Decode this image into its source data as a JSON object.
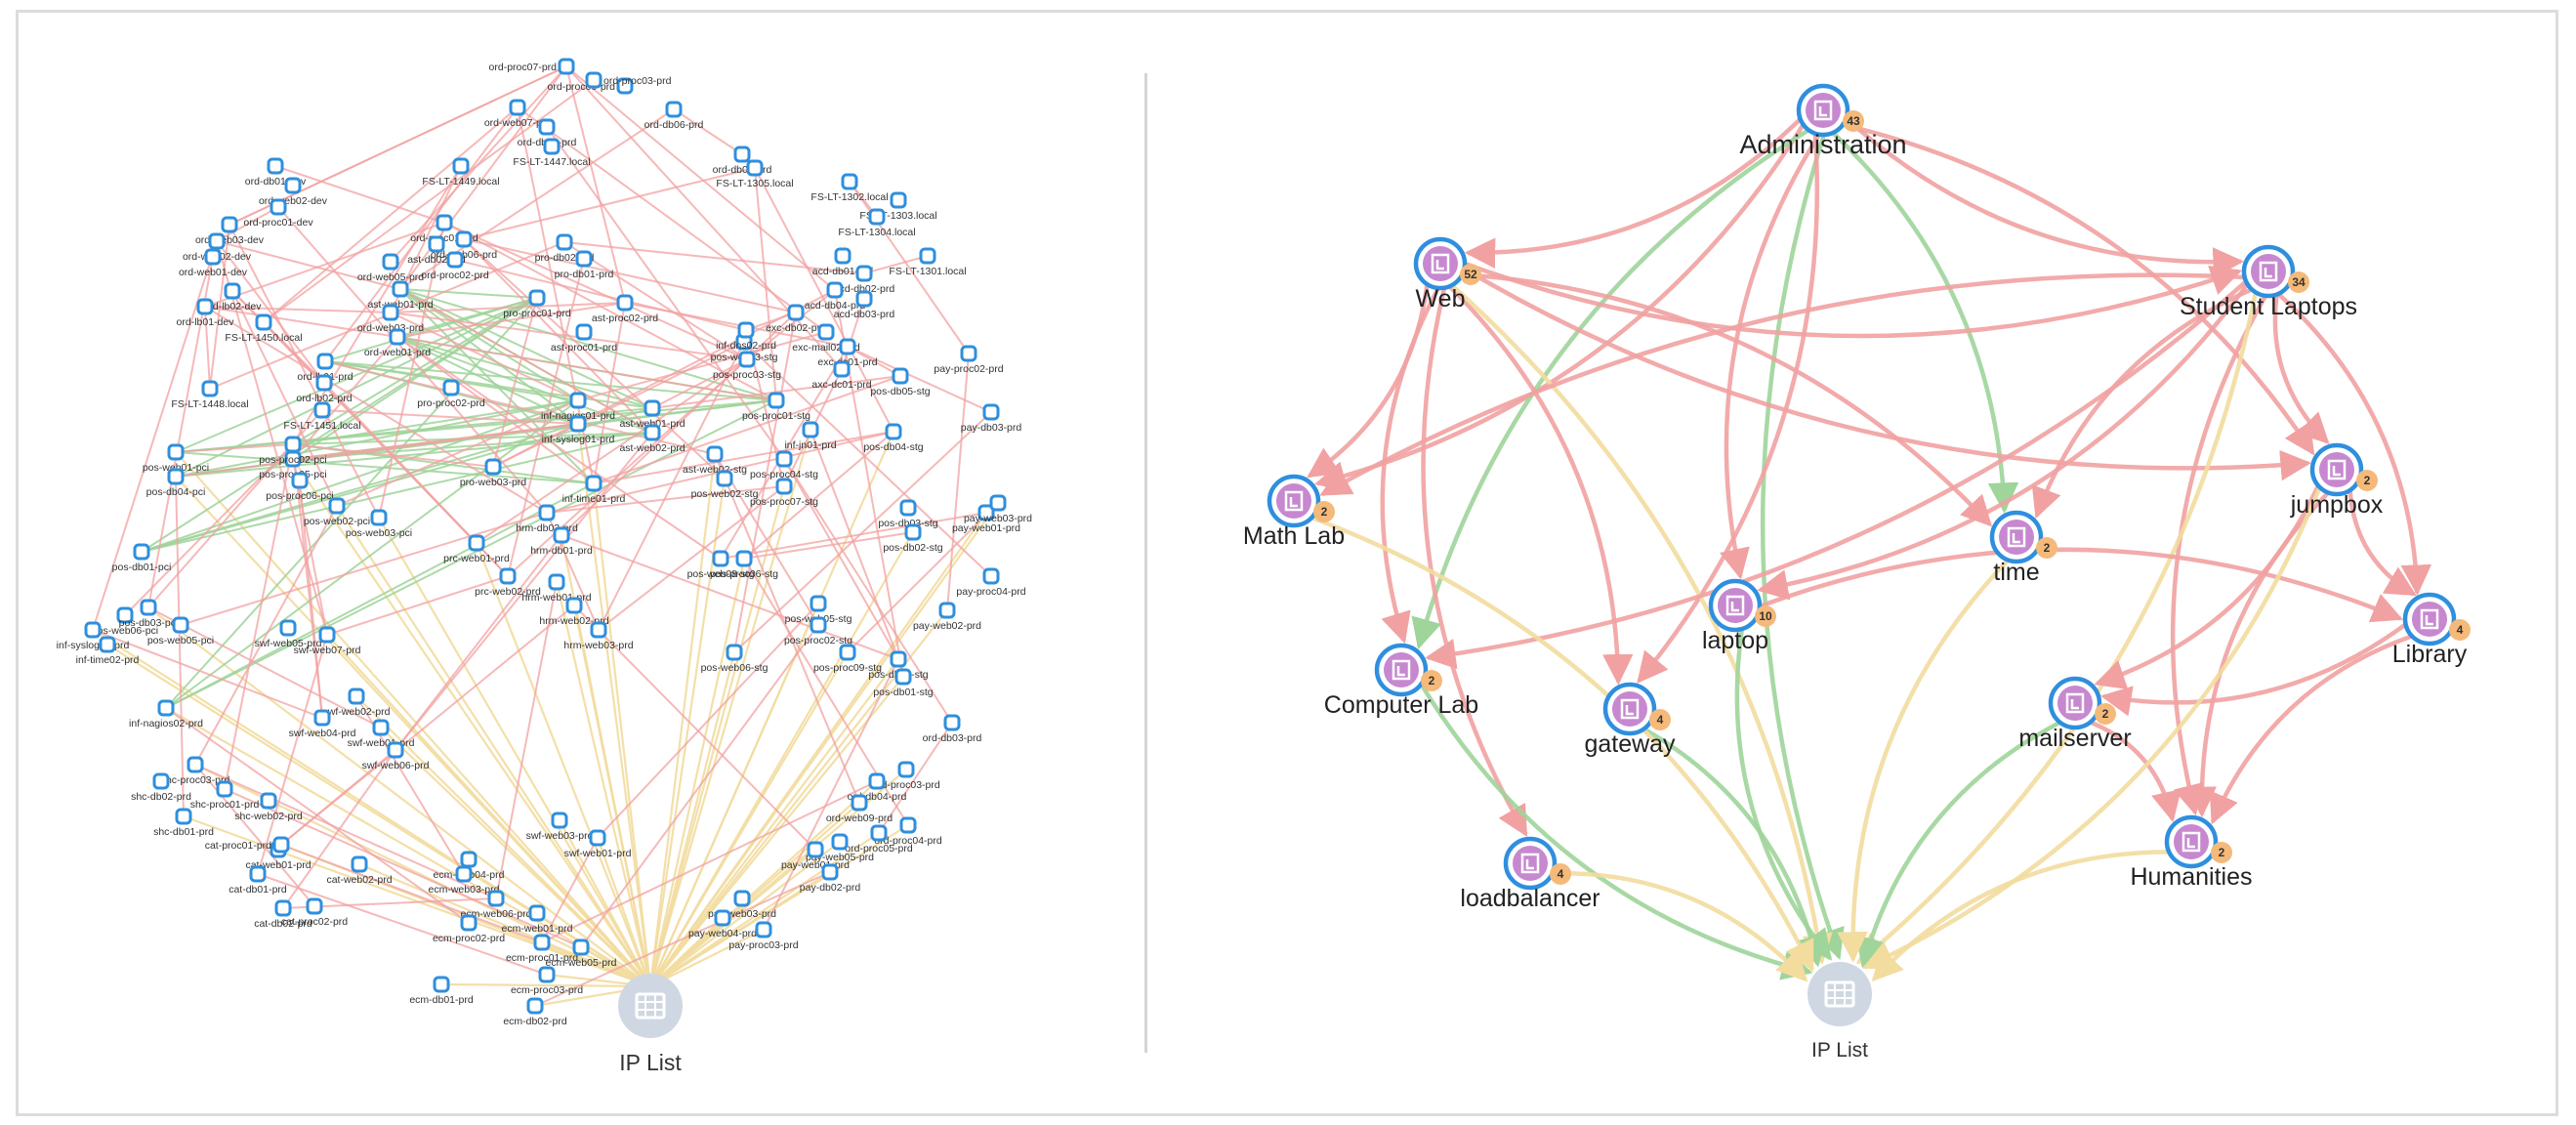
{
  "colors": {
    "edge_red": "#f1a1a1",
    "edge_green": "#9fd49a",
    "edge_yellow": "#f2dc9e",
    "node_blue": "#2f8fde",
    "node_purple": "#c688cf",
    "badge_orange": "#f5b97a",
    "ip_fill": "#cfd8e2"
  },
  "left_graph": {
    "hub_label": "IP List",
    "hub_icon": "table-grid-icon",
    "host_icon": "host-square-icon",
    "nodes": [
      {
        "id": "ord-proc07-prd",
        "label": "ord-proc07-prd"
      },
      {
        "id": "ord-proc09-prd",
        "label": "ord-proc09-prd"
      },
      {
        "id": "ord-proc03-prd",
        "label": "ord-proc03-prd"
      },
      {
        "id": "ord-db06-prd",
        "label": "ord-db06-prd"
      },
      {
        "id": "ord-web07-prd",
        "label": "ord-web07-prd"
      },
      {
        "id": "ord-db04-prd",
        "label": "ord-db04-prd"
      },
      {
        "id": "fs-lt-1447",
        "label": "FS-LT-1447.local"
      },
      {
        "id": "fs-lt-1449",
        "label": "FS-LT-1449.local"
      },
      {
        "id": "ord-db05-prd",
        "label": "ord-db05-prd"
      },
      {
        "id": "fs-lt-1305",
        "label": "FS-LT-1305.local"
      },
      {
        "id": "ord-db01-dev",
        "label": "ord-db01-dev"
      },
      {
        "id": "ord-web02-dev",
        "label": "ord-web02-dev"
      },
      {
        "id": "ord-proc01-dev",
        "label": "ord-proc01-dev"
      },
      {
        "id": "ord-web03-dev",
        "label": "ord-web03-dev"
      },
      {
        "id": "ord-web02-dev2",
        "label": "ord-web02-dev"
      },
      {
        "id": "ord-web01-dev",
        "label": "ord-web01-dev"
      },
      {
        "id": "ord-lb02-dev",
        "label": "ord-lb02-dev"
      },
      {
        "id": "ord-lb01-dev",
        "label": "ord-lb01-dev"
      },
      {
        "id": "fs-lt-1450",
        "label": "FS-LT-1450.local"
      },
      {
        "id": "fs-lt-1448",
        "label": "FS-LT-1448.local"
      },
      {
        "id": "fs-lt-1451",
        "label": "FS-LT-1451.local"
      },
      {
        "id": "fs-lt-1302",
        "label": "FS-LT-1302.local"
      },
      {
        "id": "fs-lt-1303",
        "label": "FS-LT-1303.local"
      },
      {
        "id": "fs-lt-1304",
        "label": "FS-LT-1304.local"
      },
      {
        "id": "fs-lt-1301",
        "label": "FS-LT-1301.local"
      },
      {
        "id": "ord-proc01-prd",
        "label": "ord-proc01-prd"
      },
      {
        "id": "ord-web06-prd",
        "label": "ord-web06-prd"
      },
      {
        "id": "ast-db02-prd",
        "label": "ast-db02-prd"
      },
      {
        "id": "ord-proc02-prd",
        "label": "ord-proc02-prd"
      },
      {
        "id": "ord-web05-prd",
        "label": "ord-web05-prd"
      },
      {
        "id": "pro-db02-prd",
        "label": "pro-db02-prd"
      },
      {
        "id": "pro-db01-prd",
        "label": "pro-db01-prd"
      },
      {
        "id": "ast-web01-prd",
        "label": "ast-web01-prd"
      },
      {
        "id": "pro-proc01-prd",
        "label": "pro-proc01-prd"
      },
      {
        "id": "ast-proc02-prd",
        "label": "ast-proc02-prd"
      },
      {
        "id": "ord-web03-prd",
        "label": "ord-web03-prd"
      },
      {
        "id": "ord-web01-prd",
        "label": "ord-web01-prd"
      },
      {
        "id": "ast-proc01-prd",
        "label": "ast-proc01-prd"
      },
      {
        "id": "acd-db01-prd",
        "label": "acd-db01-prd"
      },
      {
        "id": "acd-db02-prd",
        "label": "acd-db02-prd"
      },
      {
        "id": "acd-db04-prd",
        "label": "acd-db04-prd"
      },
      {
        "id": "acd-db03-prd",
        "label": "acd-db03-prd"
      },
      {
        "id": "exc-db02-prd",
        "label": "exc-db02-prd"
      },
      {
        "id": "exc-mail02-prd",
        "label": "exc-mail02-prd"
      },
      {
        "id": "exc-dc01-prd",
        "label": "exc-dc01-prd"
      },
      {
        "id": "axc-dc01-prd",
        "label": "axc-dc01-prd"
      },
      {
        "id": "ord-lb01-prd",
        "label": "ord-lb01-prd"
      },
      {
        "id": "ord-lb02-prd",
        "label": "ord-lb02-prd"
      },
      {
        "id": "pos-web03-stg",
        "label": "pos-web03-stg"
      },
      {
        "id": "pos-proc03-stg",
        "label": "pos-proc03-stg"
      },
      {
        "id": "inf-dns02-prd",
        "label": "inf-dns02-prd"
      },
      {
        "id": "pay-proc02-prd",
        "label": "pay-proc02-prd"
      },
      {
        "id": "pro-proc02-prd",
        "label": "pro-proc02-prd"
      },
      {
        "id": "inf-nagios01-prd",
        "label": "inf-nagios01-prd"
      },
      {
        "id": "inf-syslog01-prd",
        "label": "inf-syslog01-prd"
      },
      {
        "id": "ast-web01-prd2",
        "label": "ast-web01-prd"
      },
      {
        "id": "ast-web02-prd",
        "label": "ast-web02-prd"
      },
      {
        "id": "pos-proc01-stg",
        "label": "pos-proc01-stg"
      },
      {
        "id": "inf-jn01-prd",
        "label": "inf-jn01-prd"
      },
      {
        "id": "pos-db05-stg",
        "label": "pos-db05-stg"
      },
      {
        "id": "pos-db04-stg",
        "label": "pos-db04-stg"
      },
      {
        "id": "pay-db03-prd",
        "label": "pay-db03-prd"
      },
      {
        "id": "pos-web01-pci",
        "label": "pos-web01-pci"
      },
      {
        "id": "pos-db04-pci",
        "label": "pos-db04-pci"
      },
      {
        "id": "pos-proc05-pci",
        "label": "pos-proc05-pci"
      },
      {
        "id": "pos-proc06-pci",
        "label": "pos-proc06-pci"
      },
      {
        "id": "pos-proc02-pci",
        "label": "pos-proc02-pci"
      },
      {
        "id": "pos-web02-pci",
        "label": "pos-web02-pci"
      },
      {
        "id": "pos-web03-pci",
        "label": "pos-web03-pci"
      },
      {
        "id": "pos-db01-pci",
        "label": "pos-db01-pci"
      },
      {
        "id": "pro-web03-prd",
        "label": "pro-web03-prd"
      },
      {
        "id": "inf-time01-prd",
        "label": "inf-time01-prd"
      },
      {
        "id": "ast-web02-stg",
        "label": "ast-web02-stg"
      },
      {
        "id": "pos-web02-stg",
        "label": "pos-web02-stg"
      },
      {
        "id": "pos-proc04-stg",
        "label": "pos-proc04-stg"
      },
      {
        "id": "pos-proc07-stg",
        "label": "pos-proc07-stg"
      },
      {
        "id": "pos-db03-stg",
        "label": "pos-db03-stg"
      },
      {
        "id": "pay-web01-prd",
        "label": "pay-web01-prd"
      },
      {
        "id": "pos-db02-stg",
        "label": "pos-db02-stg"
      },
      {
        "id": "pay-web03-prd",
        "label": "pay-web03-prd"
      },
      {
        "id": "pay-proc04-prd",
        "label": "pay-proc04-prd"
      },
      {
        "id": "hrm-db02-prd",
        "label": "hrm-db02-prd"
      },
      {
        "id": "hrm-db01-prd",
        "label": "hrm-db01-prd"
      },
      {
        "id": "prc-web01-prd",
        "label": "prc-web01-prd"
      },
      {
        "id": "prc-web02-prd",
        "label": "prc-web02-prd"
      },
      {
        "id": "hrm-web01-prd",
        "label": "hrm-web01-prd"
      },
      {
        "id": "hrm-web02-prd",
        "label": "hrm-web02-prd"
      },
      {
        "id": "hrm-web03-prd",
        "label": "hrm-web03-prd"
      },
      {
        "id": "pos-web08-stg",
        "label": "pos-web08-stg"
      },
      {
        "id": "pos-proc06-stg",
        "label": "pos-proc06-stg"
      },
      {
        "id": "pos-web05-stg",
        "label": "pos-web05-stg"
      },
      {
        "id": "pos-proc02-stg",
        "label": "pos-proc02-stg"
      },
      {
        "id": "pos-web06-stg",
        "label": "pos-web06-stg"
      },
      {
        "id": "pos-proc09-stg",
        "label": "pos-proc09-stg"
      },
      {
        "id": "pos-db08-stg",
        "label": "pos-db08-stg"
      },
      {
        "id": "pos-db01-stg",
        "label": "pos-db01-stg"
      },
      {
        "id": "pay-web02-prd",
        "label": "pay-web02-prd"
      },
      {
        "id": "pos-web06-pci",
        "label": "pos-web06-pci"
      },
      {
        "id": "pos-db03-pci",
        "label": "pos-db03-pci"
      },
      {
        "id": "inf-syslog02-prd",
        "label": "inf-syslog02-prd"
      },
      {
        "id": "inf-time02-prd",
        "label": "inf-time02-prd"
      },
      {
        "id": "pos-web05-pci",
        "label": "pos-web05-pci"
      },
      {
        "id": "inf-nagios02-prd",
        "label": "inf-nagios02-prd"
      },
      {
        "id": "swf-web05-prd",
        "label": "swf-web05-prd"
      },
      {
        "id": "swf-web07-prd",
        "label": "swf-web07-prd"
      },
      {
        "id": "swf-web02-prd",
        "label": "swf-web02-prd"
      },
      {
        "id": "swf-web04-prd",
        "label": "swf-web04-prd"
      },
      {
        "id": "swf-web01-prd",
        "label": "swf-web01-prd"
      },
      {
        "id": "swf-web06-prd",
        "label": "swf-web06-prd"
      },
      {
        "id": "ord-db03-prd",
        "label": "ord-db03-prd"
      },
      {
        "id": "ord-proc03-prd2",
        "label": "ord-proc03-prd"
      },
      {
        "id": "ord-db04-prd2",
        "label": "ord-db04-prd"
      },
      {
        "id": "ord-web09-prd",
        "label": "ord-web09-prd"
      },
      {
        "id": "ord-proc04-prd",
        "label": "ord-proc04-prd"
      },
      {
        "id": "ord-proc05-prd",
        "label": "ord-proc05-prd"
      },
      {
        "id": "shc-proc03-prd",
        "label": "shc-proc03-prd"
      },
      {
        "id": "shc-db02-prd",
        "label": "shc-db02-prd"
      },
      {
        "id": "shc-proc01-prd",
        "label": "shc-proc01-prd"
      },
      {
        "id": "shc-web02-prd",
        "label": "shc-web02-prd"
      },
      {
        "id": "shc-db01-prd",
        "label": "shc-db01-prd"
      },
      {
        "id": "pay-web05-prd",
        "label": "pay-web05-prd"
      },
      {
        "id": "pay-web01-prd2",
        "label": "pay-web01-prd"
      },
      {
        "id": "pay-db02-prd",
        "label": "pay-db02-prd"
      },
      {
        "id": "pay-web03-prd2",
        "label": "pay-web03-prd"
      },
      {
        "id": "pay-web04-prd",
        "label": "pay-web04-prd"
      },
      {
        "id": "pay-proc03-prd",
        "label": "pay-proc03-prd"
      },
      {
        "id": "swf-web03-prd",
        "label": "swf-web03-prd"
      },
      {
        "id": "swf-web01-prd2",
        "label": "swf-web01-prd"
      },
      {
        "id": "cat-web01-prd",
        "label": "cat-web01-prd"
      },
      {
        "id": "cat-web02-prd",
        "label": "cat-web02-prd"
      },
      {
        "id": "cat-proc01-prd",
        "label": "cat-proc01-prd"
      },
      {
        "id": "cat-db01-prd",
        "label": "cat-db01-prd"
      },
      {
        "id": "cat-db02-prd",
        "label": "cat-db02-prd"
      },
      {
        "id": "cat-proc02-prd",
        "label": "cat-proc02-prd"
      },
      {
        "id": "ecm-web04-prd",
        "label": "ecm-web04-prd"
      },
      {
        "id": "ecm-web03-prd",
        "label": "ecm-web03-prd"
      },
      {
        "id": "ecm-web06-prd",
        "label": "ecm-web06-prd"
      },
      {
        "id": "ecm-web01-prd",
        "label": "ecm-web01-prd"
      },
      {
        "id": "ecm-proc02-prd",
        "label": "ecm-proc02-prd"
      },
      {
        "id": "ecm-proc01-prd",
        "label": "ecm-proc01-prd"
      },
      {
        "id": "ecm-web05-prd",
        "label": "ecm-web05-prd"
      },
      {
        "id": "ecm-proc03-prd",
        "label": "ecm-proc03-prd"
      },
      {
        "id": "ecm-db01-prd",
        "label": "ecm-db01-prd"
      },
      {
        "id": "ecm-db02-prd",
        "label": "ecm-db02-prd"
      }
    ]
  },
  "right_graph": {
    "hub_label": "IP List",
    "hub_icon": "table-grid-icon",
    "group_icon": "group-folder-icon",
    "nodes": [
      {
        "id": "administration",
        "label": "Administration",
        "count": "43"
      },
      {
        "id": "web",
        "label": "Web",
        "count": "52"
      },
      {
        "id": "student-laptops",
        "label": "Student Laptops",
        "count": "34"
      },
      {
        "id": "math-lab",
        "label": "Math Lab",
        "count": "2"
      },
      {
        "id": "time",
        "label": "time",
        "count": "2"
      },
      {
        "id": "jumpbox",
        "label": "jumpbox",
        "count": "2"
      },
      {
        "id": "computer-lab",
        "label": "Computer Lab",
        "count": "2"
      },
      {
        "id": "laptop",
        "label": "laptop",
        "count": "10"
      },
      {
        "id": "library",
        "label": "Library",
        "count": "4"
      },
      {
        "id": "gateway",
        "label": "gateway",
        "count": "4"
      },
      {
        "id": "mailserver",
        "label": "mailserver",
        "count": "2"
      },
      {
        "id": "loadbalancer",
        "label": "loadbalancer",
        "count": "4"
      },
      {
        "id": "humanities",
        "label": "Humanities",
        "count": "2"
      }
    ],
    "edges": [
      {
        "from": "administration",
        "to": "web",
        "kind": "red"
      },
      {
        "from": "administration",
        "to": "student-laptops",
        "kind": "red"
      },
      {
        "from": "administration",
        "to": "math-lab",
        "kind": "red"
      },
      {
        "from": "administration",
        "to": "computer-lab",
        "kind": "green"
      },
      {
        "from": "administration",
        "to": "time",
        "kind": "green"
      },
      {
        "from": "administration",
        "to": "laptop",
        "kind": "red"
      },
      {
        "from": "administration",
        "to": "jumpbox",
        "kind": "red"
      },
      {
        "from": "administration",
        "to": "ip-list",
        "kind": "green"
      },
      {
        "from": "administration",
        "to": "gateway",
        "kind": "red"
      },
      {
        "from": "web",
        "to": "student-laptops",
        "kind": "red"
      },
      {
        "from": "web",
        "to": "math-lab",
        "kind": "red"
      },
      {
        "from": "web",
        "to": "computer-lab",
        "kind": "red"
      },
      {
        "from": "web",
        "to": "gateway",
        "kind": "red"
      },
      {
        "from": "web",
        "to": "loadbalancer",
        "kind": "red"
      },
      {
        "from": "web",
        "to": "time",
        "kind": "red"
      },
      {
        "from": "web",
        "to": "jumpbox",
        "kind": "red"
      },
      {
        "from": "web",
        "to": "ip-list",
        "kind": "yellow"
      },
      {
        "from": "student-laptops",
        "to": "math-lab",
        "kind": "red"
      },
      {
        "from": "student-laptops",
        "to": "computer-lab",
        "kind": "red"
      },
      {
        "from": "student-laptops",
        "to": "time",
        "kind": "red"
      },
      {
        "from": "student-laptops",
        "to": "laptop",
        "kind": "red"
      },
      {
        "from": "student-laptops",
        "to": "jumpbox",
        "kind": "red"
      },
      {
        "from": "student-laptops",
        "to": "library",
        "kind": "red"
      },
      {
        "from": "student-laptops",
        "to": "humanities",
        "kind": "red"
      },
      {
        "from": "student-laptops",
        "to": "ip-list",
        "kind": "yellow"
      },
      {
        "from": "jumpbox",
        "to": "library",
        "kind": "red"
      },
      {
        "from": "jumpbox",
        "to": "mailserver",
        "kind": "red"
      },
      {
        "from": "jumpbox",
        "to": "humanities",
        "kind": "red"
      },
      {
        "from": "laptop",
        "to": "library",
        "kind": "red"
      },
      {
        "from": "laptop",
        "to": "ip-list",
        "kind": "green"
      },
      {
        "from": "library",
        "to": "mailserver",
        "kind": "red"
      },
      {
        "from": "library",
        "to": "humanities",
        "kind": "red"
      },
      {
        "from": "mailserver",
        "to": "humanities",
        "kind": "red"
      },
      {
        "from": "mailserver",
        "to": "ip-list",
        "kind": "green"
      },
      {
        "from": "gateway",
        "to": "ip-list",
        "kind": "green"
      },
      {
        "from": "computer-lab",
        "to": "ip-list",
        "kind": "green"
      },
      {
        "from": "loadbalancer",
        "to": "ip-list",
        "kind": "yellow"
      },
      {
        "from": "humanities",
        "to": "ip-list",
        "kind": "yellow"
      },
      {
        "from": "math-lab",
        "to": "ip-list",
        "kind": "yellow"
      },
      {
        "from": "time",
        "to": "ip-list",
        "kind": "yellow"
      },
      {
        "from": "jumpbox",
        "to": "ip-list",
        "kind": "yellow"
      }
    ]
  }
}
